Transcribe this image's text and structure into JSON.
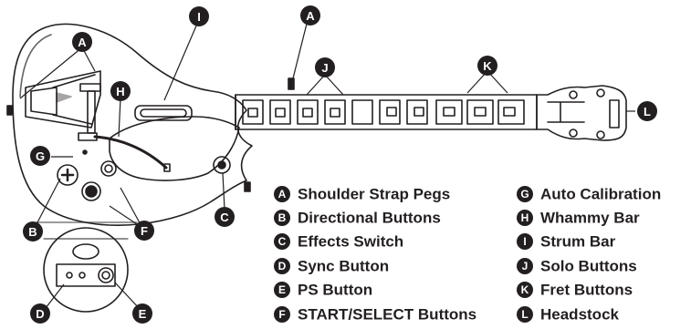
{
  "callout_letters": {
    "A": "A",
    "B": "B",
    "C": "C",
    "D": "D",
    "E": "E",
    "F": "F",
    "G": "G",
    "H": "H",
    "I": "I",
    "J": "J",
    "K": "K",
    "L": "L"
  },
  "legend": {
    "left": [
      {
        "letter": "A",
        "label": "Shoulder Strap Pegs"
      },
      {
        "letter": "B",
        "label": "Directional Buttons"
      },
      {
        "letter": "C",
        "label": "Effects Switch"
      },
      {
        "letter": "D",
        "label": "Sync Button"
      },
      {
        "letter": "E",
        "label": "PS Button"
      },
      {
        "letter": "F",
        "label": "START/SELECT Buttons"
      }
    ],
    "right": [
      {
        "letter": "G",
        "label": "Auto Calibration"
      },
      {
        "letter": "H",
        "label": "Whammy Bar"
      },
      {
        "letter": "I",
        "label": "Strum Bar"
      },
      {
        "letter": "J",
        "label": "Solo Buttons"
      },
      {
        "letter": "K",
        "label": "Fret Buttons"
      },
      {
        "letter": "L",
        "label": "Headstock"
      }
    ]
  },
  "colors": {
    "ink": "#231f20",
    "paper": "#ffffff"
  }
}
